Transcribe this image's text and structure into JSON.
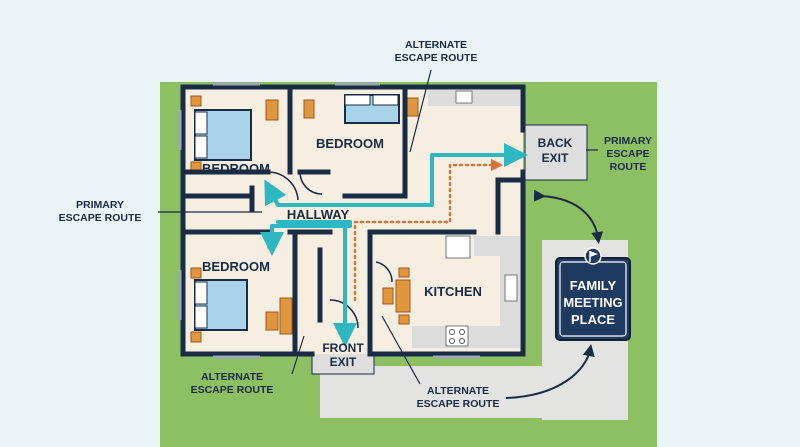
{
  "rooms": {
    "bedroom_1": "BEDROOM",
    "bedroom_2": "BEDROOM",
    "bedroom_3": "BEDROOM",
    "hallway": "HALLWAY",
    "kitchen": "KITCHEN"
  },
  "exits": {
    "back_line1": "BACK",
    "back_line2": "EXIT",
    "front_line1": "FRONT",
    "front_line2": "EXIT"
  },
  "labels": {
    "alt_top_line1": "ALTERNATE",
    "alt_top_line2": "ESCAPE ROUTE",
    "primary_right_line1": "PRIMARY",
    "primary_right_line2": "ESCAPE",
    "primary_right_line3": "ROUTE",
    "primary_left_line1": "PRIMARY",
    "primary_left_line2": "ESCAPE ROUTE",
    "alt_bottom_left_line1": "ALTERNATE",
    "alt_bottom_left_line2": "ESCAPE ROUTE",
    "alt_bottom_mid_line1": "ALTERNATE",
    "alt_bottom_mid_line2": "ESCAPE ROUTE"
  },
  "meeting_place": {
    "line1": "FAMILY",
    "line2": "MEETING",
    "line3": "PLACE"
  },
  "colors": {
    "lawn": "#8cc063",
    "wall": "#1a2b45",
    "floor": "#f6efe1",
    "primary_route": "#2cb7c1",
    "alternate_route": "#d8733a",
    "sign": "#1f3a60"
  }
}
